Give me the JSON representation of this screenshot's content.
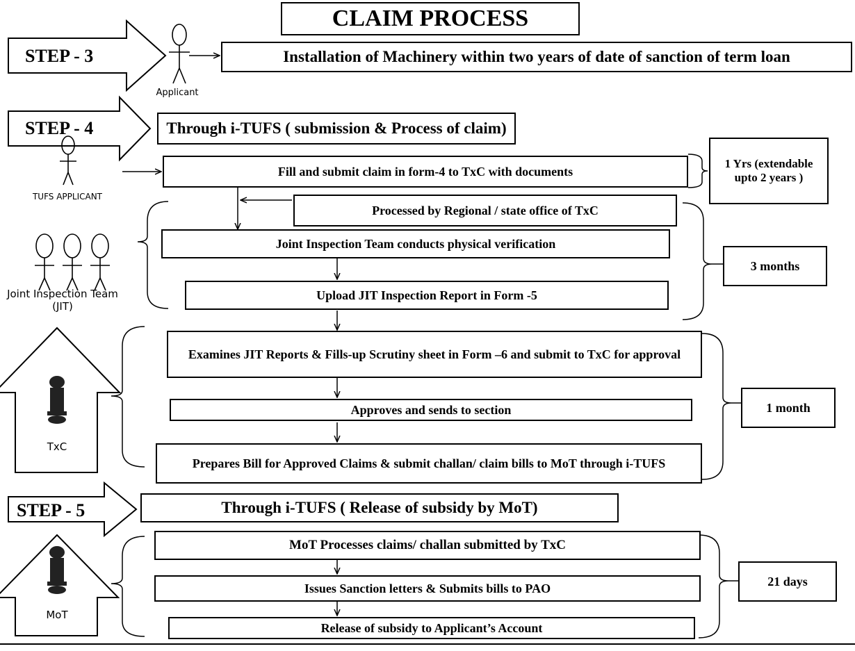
{
  "title": "CLAIM PROCESS",
  "step3": {
    "label": "STEP - 3",
    "actor": "Applicant",
    "box": "Installation of Machinery within two years of date of sanction of term loan"
  },
  "step4": {
    "label": "STEP - 4",
    "header": "Through i-TUFS ( submission & Process of claim)",
    "actor": "TUFS APPLICANT",
    "jit_actor": "Joint Inspection Team (JIT)",
    "txc_actor": "TxC",
    "boxes": [
      "Fill and submit claim in form-4 to TxC with documents",
      "Processed by Regional / state office of TxC",
      "Joint Inspection Team conducts physical verification",
      "Upload JIT Inspection Report in Form -5",
      "Examines JIT Reports & Fills-up  Scrutiny sheet in Form –6 and submit to TxC for approval",
      "Approves and sends to section",
      "Prepares Bill for Approved Claims & submit challan/ claim bills to MoT through i-TUFS"
    ],
    "durations": [
      "1 Yrs (extendable upto 2 years )",
      "3 months",
      "1 month"
    ]
  },
  "step5": {
    "label": "STEP - 5",
    "header": "Through i-TUFS ( Release of subsidy by MoT)",
    "actor": "MoT",
    "boxes": [
      "MoT Processes claims/ challan submitted by TxC",
      "Issues Sanction letters & Submits bills to PAO",
      "Release of subsidy to Applicant’s Account"
    ],
    "duration": "21 days"
  }
}
